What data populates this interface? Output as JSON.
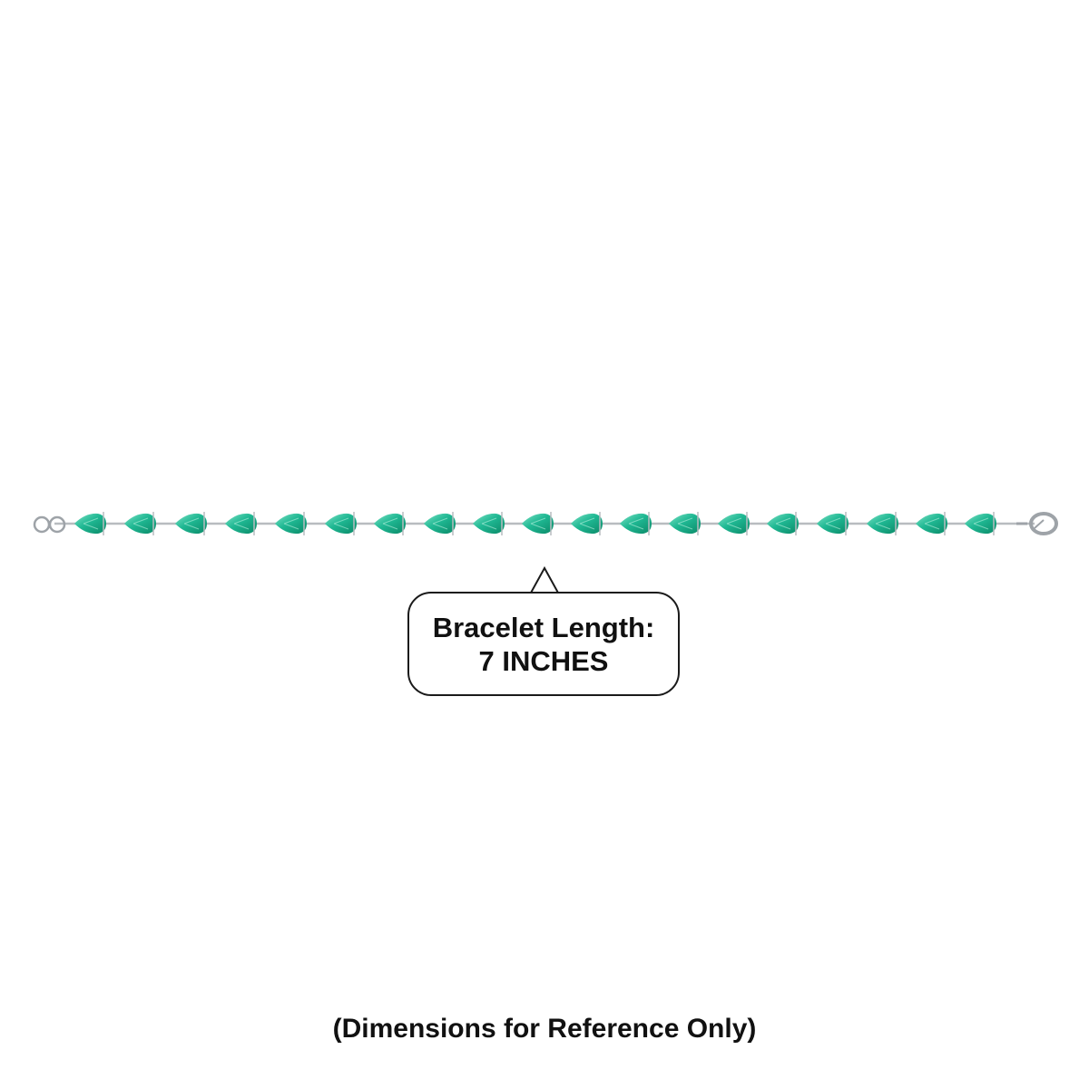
{
  "product": {
    "type": "bracelet",
    "stone_count": 19,
    "stone_shape": "pear",
    "stone_color": "#1fb893",
    "stone_highlight": "#7fe3c6",
    "stone_shadow": "#0c8a68",
    "metal_color": "#b8bcc0",
    "clasp": "lobster-clasp",
    "end_ring": "jump-rings"
  },
  "callout": {
    "line1": "Bracelet Length:",
    "line2": "7 INCHES"
  },
  "footer": {
    "note": "(Dimensions for Reference Only)"
  }
}
